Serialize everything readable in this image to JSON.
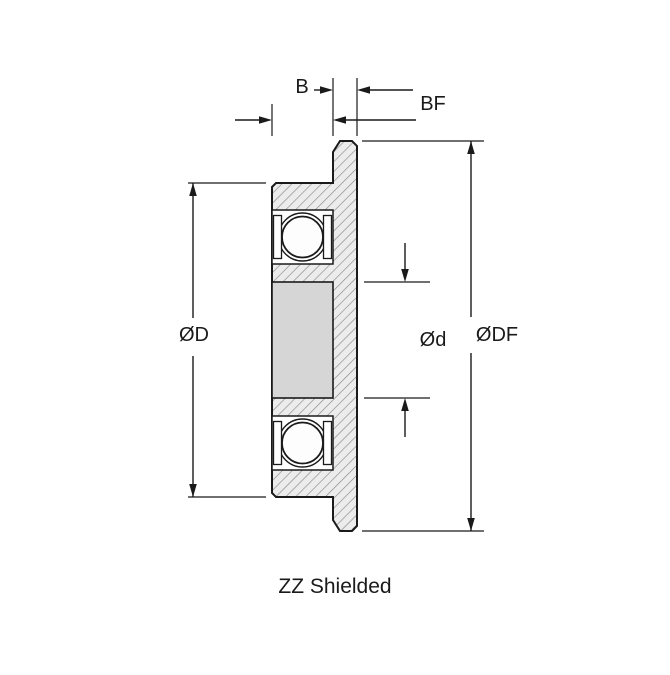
{
  "diagram": {
    "caption": "ZZ Shielded",
    "dimensions": {
      "width": "B",
      "flange_width": "BF",
      "outer_diameter": "ØD",
      "bore_diameter": "Ød",
      "flange_diameter": "ØDF"
    }
  },
  "colors": {
    "line": "#1a1a1a",
    "hatch_line": "#8a8a8a",
    "ring_fill": "#ececec",
    "bore_fill": "#d6d6d6",
    "background": "#ffffff"
  }
}
